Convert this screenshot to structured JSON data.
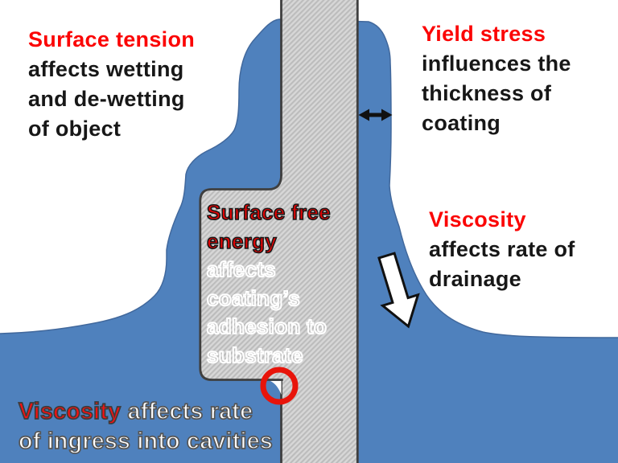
{
  "colors": {
    "coating_blue": "#4f81bd",
    "substrate_gray": "#d7d7d7",
    "substrate_stripe": "#bcbcbc",
    "substrate_border": "#3f3f3f",
    "arrow_black": "#111111",
    "arrow_white": "#ffffff",
    "highlight_red": "#e8140a",
    "heading_red": "#fb0505",
    "body_text": "#171717",
    "outline_white": "#ffffff",
    "cavity_white": "#ffffff"
  },
  "annotations": {
    "surface_tension": {
      "heading": "Surface tension",
      "lines": [
        "affects wetting",
        "and de-wetting",
        "of object"
      ]
    },
    "yield_stress": {
      "heading": "Yield stress",
      "lines": [
        "influences the",
        "thickness of",
        "coating"
      ]
    },
    "surface_free_energy": {
      "heading_line1": "Surface free",
      "heading_line2": "energy",
      "lines": [
        "affects",
        "coating’s",
        "adhesion to",
        "substrate"
      ]
    },
    "viscosity_drainage": {
      "heading": "Viscosity",
      "lines": [
        "affects rate of",
        "drainage"
      ]
    },
    "viscosity_ingress": {
      "heading": "Viscosity",
      "rest_line1": " affects rate",
      "line2": "of ingress into cavities"
    }
  },
  "icons": {
    "double_arrow": "coating-thickness-double-arrow",
    "down_arrow": "drainage-direction-arrow",
    "highlight_circle": "cavity-highlight-circle"
  }
}
